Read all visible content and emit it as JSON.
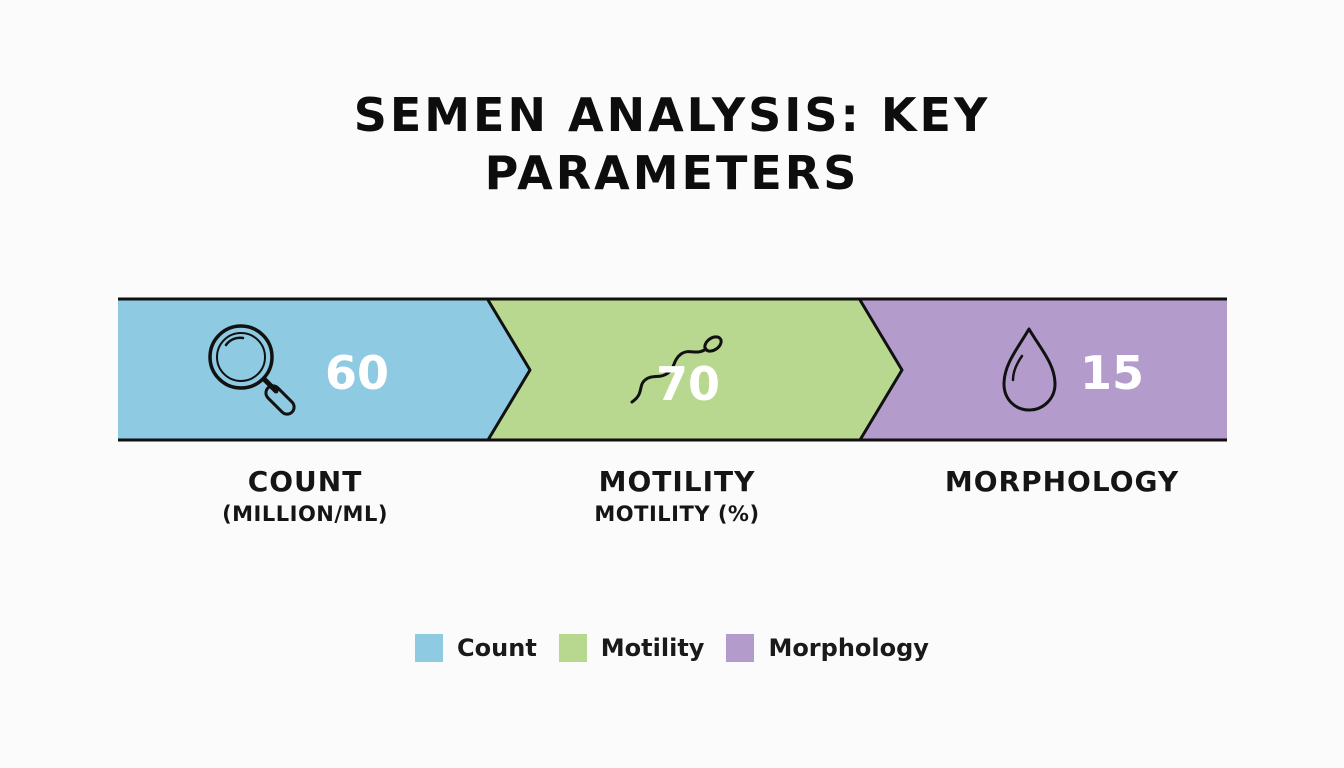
{
  "title": {
    "line1": "SEMEN ANALYSIS: KEY",
    "line2": "PARAMETERS"
  },
  "segments": [
    {
      "value": "60",
      "label": "COUNT",
      "sublabel": "(MILLION/ML)",
      "color": "#8ecae2",
      "icon": "magnifying-glass-icon"
    },
    {
      "value": "70",
      "label": "MOTILITY",
      "sublabel": "MOTILITY (%)",
      "color": "#b8d88f",
      "icon": "sperm-icon"
    },
    {
      "value": "15",
      "label": "MORPHOLOGY",
      "sublabel": "",
      "color": "#b39ccc",
      "icon": "droplet-icon"
    }
  ],
  "legend": [
    {
      "label": "Count",
      "color": "#8ecae2"
    },
    {
      "label": "Motility",
      "color": "#b8d88f"
    },
    {
      "label": "Morphology",
      "color": "#b39ccc"
    }
  ]
}
